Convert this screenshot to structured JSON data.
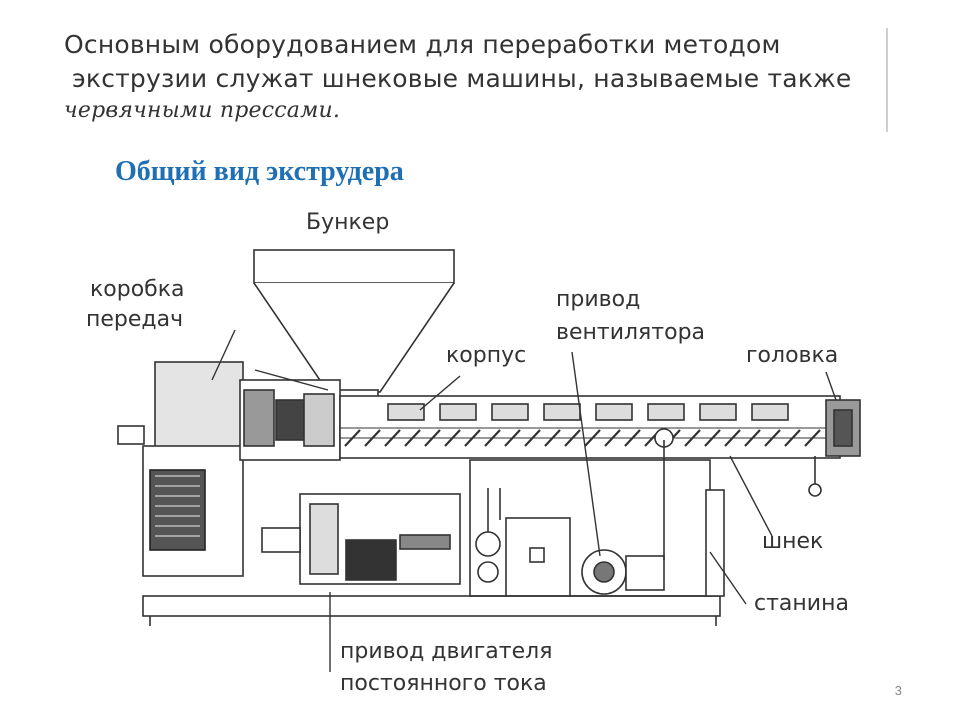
{
  "intro": {
    "line1": "Основным оборудованием для переработки методом",
    "line2": "экструзии служат шнековые машины, называемые также",
    "line3": "червячными прессами."
  },
  "title": "Общий вид экструдера",
  "labels": {
    "hopper": "Бункер",
    "gearbox_1": "коробка",
    "gearbox_2": "передач",
    "fan_drive_1": "привод",
    "fan_drive_2": "вентилятора",
    "housing": "корпус",
    "head": "головка",
    "screw": "шнек",
    "frame": "станина",
    "motor_drive_1": "привод двигателя",
    "motor_drive_2": "постоянного тока"
  },
  "page_number": "3"
}
